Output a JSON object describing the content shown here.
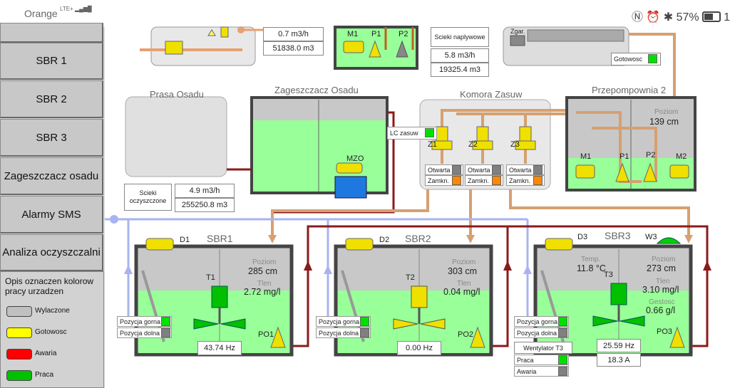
{
  "status": {
    "carrier": "Orange",
    "signal": "LTE+",
    "battery": "57%",
    "time_partial": "1"
  },
  "sidebar": {
    "items": [
      {
        "label": "SBR 1"
      },
      {
        "label": "SBR 2"
      },
      {
        "label": "SBR 3"
      },
      {
        "label": "Zageszczacz osadu"
      },
      {
        "label": "Alarmy SMS"
      },
      {
        "label": "Analiza oczyszczalni"
      }
    ],
    "legend": {
      "title": "Opis oznaczen kolorow pracy urzadzen",
      "entries": [
        {
          "label": "Wylaczone",
          "color": "#c0c0c0"
        },
        {
          "label": "Gotowosc",
          "color": "#ffff00"
        },
        {
          "label": "Awaria",
          "color": "#ff0000"
        },
        {
          "label": "Praca",
          "color": "#00c000"
        }
      ]
    }
  },
  "top": {
    "inflow1_rate": "0.7 m3/h",
    "inflow1_total": "51838.0 m3",
    "pumps_m1": "M1",
    "pumps_p1": "P1",
    "pumps_p2": "P2",
    "scieki_label": "Scieki naplywowe",
    "scieki_rate": "5.8 m3/h",
    "scieki_total": "19325.4 m3",
    "zgar": "Zgar.",
    "gotowosc": "Gotowosc"
  },
  "prasa": {
    "title": "Prasa Osadu"
  },
  "zageszczacz": {
    "title": "Zageszczacz Osadu",
    "mzo": "MZO"
  },
  "komora": {
    "title": "Komora Zasuw",
    "lc_label": "LC zasuw",
    "valves": [
      {
        "name": "Z1",
        "open": "Otwarta",
        "closed": "Zamkn."
      },
      {
        "name": "Z2",
        "open": "Otwarta",
        "closed": "Zamkn."
      },
      {
        "name": "Z3",
        "open": "Otwarta",
        "closed": "Zamkn."
      }
    ]
  },
  "przepompownia": {
    "title": "Przepompownia 2",
    "level_label": "Poziom",
    "level_value": "139 cm",
    "m1": "M1",
    "p1": "P1",
    "p2": "P2",
    "m2": "M2"
  },
  "scieki_oczyszczone": {
    "label": "Scieki oczyszczone",
    "rate": "4.9 m3/h",
    "total": "255250.8 m3"
  },
  "sbr": [
    {
      "title": "SBR1",
      "d": "D1",
      "t": "T1",
      "po": "PO1",
      "level_label": "Poziom",
      "level": "285 cm",
      "oxygen_label": "Tlen",
      "oxygen": "2.72 mg/l",
      "freq": "43.74 Hz",
      "pos_top": "Pozycja gorna",
      "pos_bottom": "Pozycja dolna"
    },
    {
      "title": "SBR2",
      "d": "D2",
      "t": "T2",
      "po": "PO2",
      "level_label": "Poziom",
      "level": "303 cm",
      "oxygen_label": "Tlen",
      "oxygen": "0.04 mg/l",
      "freq": "0.00 Hz",
      "pos_top": "Pozycja gorna",
      "pos_bottom": "Pozycja dolna"
    },
    {
      "title": "SBR3",
      "d": "D3",
      "t": "T3",
      "po": "PO3",
      "w": "W3",
      "temp_label": "Temp.",
      "temp": "11.8 °C",
      "level_label": "Poziom",
      "level": "273 cm",
      "oxygen_label": "Tlen",
      "oxygen": "3.10 mg/l",
      "density_label": "Gestosc",
      "density": "0.66 g/l",
      "freq": "25.59 Hz",
      "current": "18.3 A",
      "pos_top": "Pozycja gorna",
      "pos_bottom": "Pozycja dolna",
      "fan_label": "Wentylator T3",
      "fan_run": "Praca",
      "fan_fail": "Awaria"
    }
  ],
  "colors": {
    "water": "#99ff99",
    "running": "#00e000",
    "off": "#808080",
    "closed": "#ff8800",
    "pump_ready": "#f0e000",
    "pipe_brown": "#d6a070",
    "pipe_red": "#8b1a1a",
    "pipe_blue": "#a8b4f0"
  }
}
